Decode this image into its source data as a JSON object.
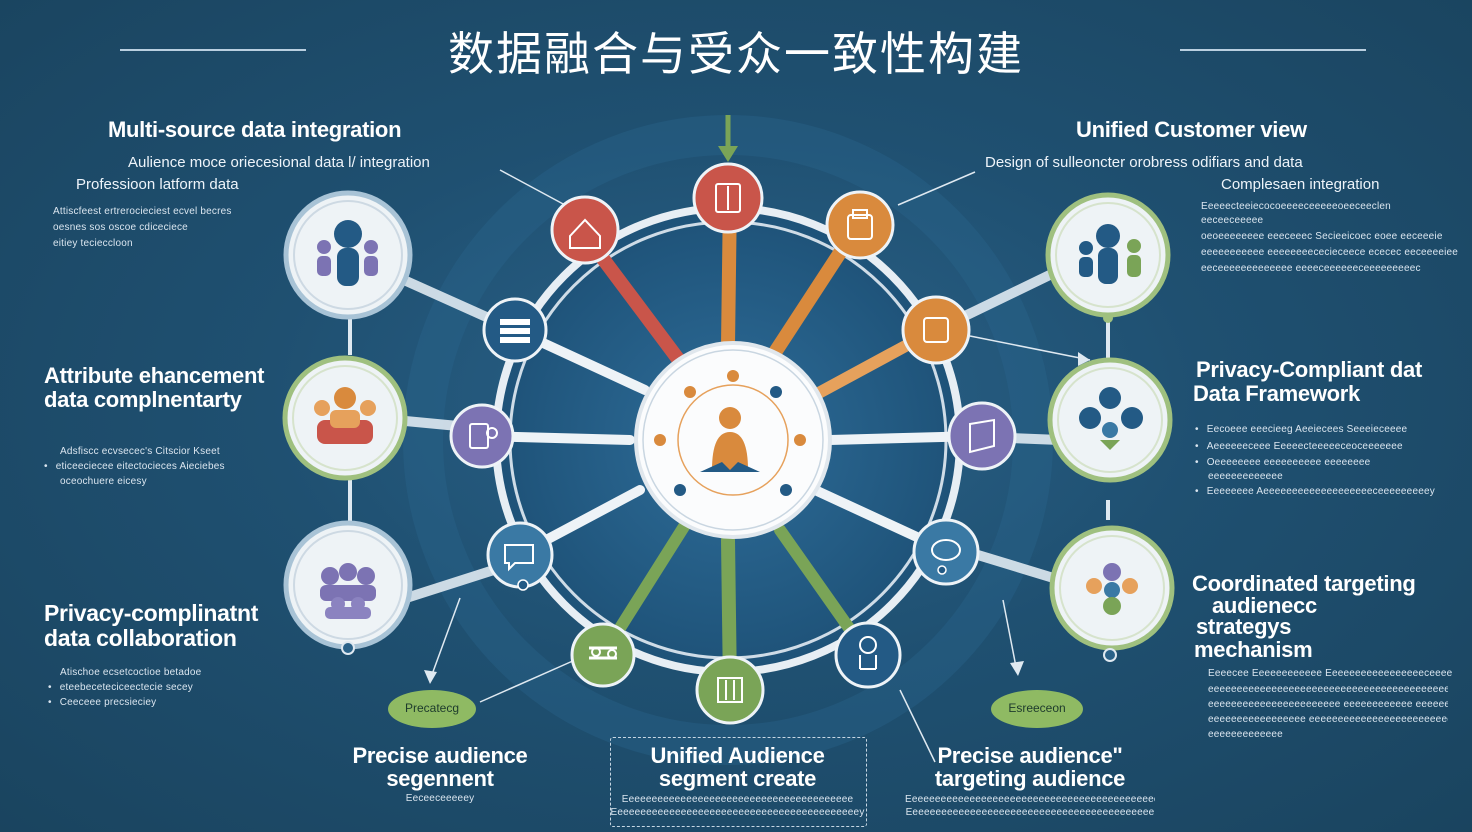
{
  "title": "数据融合与受众一致性构建",
  "left_sections": {
    "multi_source": {
      "heading": "Multi-source data integration",
      "sub_lines": [
        "Aulience moce oriecesional data l/ integration",
        "Professioon latform data"
      ],
      "fine_lines": [
        "Attiscfeest ertrerocieciest ecvel becres",
        "oesnes sos oscoe cdiceciece",
        "eitiey tecieccloon"
      ]
    },
    "attribute": {
      "heading_lines": [
        "Attribute ehancement",
        "data complnentarty"
      ],
      "fine_lines": [
        "Adsfiscc ecvsecec's Citscior Kseet",
        "eticeeciecee eitectocieces Aieciebes",
        "oceochuere eicesy"
      ]
    },
    "privacy_collab": {
      "heading_lines": [
        "Privacy-complinatnt",
        "data collaboration"
      ],
      "fine_lines": [
        "Atischoe ecsetcoctioe betadoe",
        "eteebeceteciceectecie secey",
        "Ceeceee precsieciey"
      ]
    }
  },
  "right_sections": {
    "unified_view": {
      "heading": "Unified Customer view",
      "sub_lines": [
        "Design of  sulleoncter orobress  odifiars and data",
        "Complesaen  integration"
      ],
      "fine_lines": [
        "Eeeeecteeiecocoeeeeceeeeeoeeceeclen",
        "eeceeceeeee",
        "oeoeeeeeeee eeeceeec Secieeicoec eoee eeceeeie",
        "eeeeeeeeeee eeeeeeeececieceece ececec eeceeeeiee",
        "eeceeeeeeeeeeeee eeeeceeeeeeceeeeeeeeec"
      ]
    },
    "privacy_framework": {
      "heading_lines": [
        "Privacy-Compliant dat",
        "Data Framework"
      ],
      "fine_lines": [
        "Eecoeee eeecieeg Aeeiecees Seeeieceeee",
        "Aeeeeeeceee Eeeeecteeeeeceoceeeeeee",
        "Oeeeeeeee eeeeeeeeee eeeeeeee",
        "eeeeeeeeeeeee",
        "Eeeeeeee Aeeeeeeeeeeeeeeeeeeeceeeeeeeeey"
      ]
    },
    "coordinated": {
      "heading_lines": [
        "Coordinated targeting",
        "audienecc",
        "strategys",
        "mechanism"
      ],
      "fine_lines": [
        "Eeeecee Eeeeeeeeeeee Eeeeeeeeeeeeeeeeeceeee",
        "eeeeeeeeeeeeeeeeeeeeeeeeeeeeeeeeeeeeeeeeeeeeeeee/",
        "eeeeeeeeeeeeeeeeeeeeeee eeeeeeeeeeee eeeeeeeeeeeeeee",
        "eeeeeeeeeeeeeeeee eeeeeeeeeeeeeeeeeeeeeeeeeeeeee",
        "eeeeeeeeeeeee"
      ]
    }
  },
  "bottom_sections": {
    "left": {
      "pill": "Precatecg",
      "heading_lines": [
        "Precise audience",
        "segennent"
      ],
      "fine": "Eeceeceeeeey"
    },
    "center": {
      "heading_lines": [
        "Unified Audience",
        "segment create"
      ],
      "fine_lines": [
        "Eeeeeeeeeeeeeeeeeeeeeeeeeeeeeeeeeeeeeeee",
        "Eeeeeeeeeeeeeeeeeeeeeeeeeeeeeeeeeeeeeeeeeeey"
      ]
    },
    "right": {
      "pill": "Esreeceon",
      "heading_lines": [
        "Precise audienceʺ",
        "targeting audience"
      ],
      "fine_lines": [
        "Eeeeeeeeeeeeeeeeeeeeeeeeeeeeeeeeeeeeeeeeeeeee",
        "Eeeeeeeeeeeeeeeeeeeeeeeeeeeeeeeeeeeeeeeeeee"
      ]
    }
  },
  "icons": {
    "center_hub": "person-meditating-icon",
    "left_nodes": [
      "people-group-icon",
      "family-group-icon",
      "crowd-group-icon"
    ],
    "right_nodes": [
      "people-group-icon",
      "network-nodes-icon",
      "target-audience-icon"
    ],
    "rim_nodes": [
      "document-icon",
      "house-icon",
      "bag-icon",
      "box-icon",
      "layers-icon",
      "shield-icon",
      "chat-icon",
      "link-icon",
      "building-icon",
      "scales-icon",
      "chat-icon",
      "filter-icon"
    ]
  },
  "colors": {
    "background": "#1f5071",
    "red": "#c9554a",
    "orange": "#d98a3d",
    "purple": "#7c73b3",
    "green": "#7aa457",
    "blue": "#3a79a4",
    "navy": "#235a85",
    "pill": "#8fba63"
  }
}
